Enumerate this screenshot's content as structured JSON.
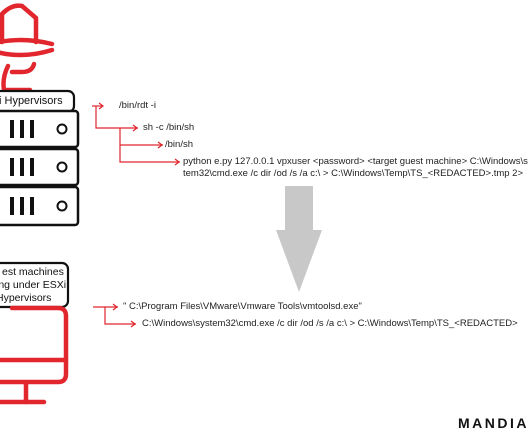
{
  "hypervisor_box": {
    "label": "i Hypervisors"
  },
  "vm_box": {
    "lines": [
      "est machines",
      "ing under ESXi",
      "Hypervisors"
    ]
  },
  "esxi_commands": [
    "/bin/rdt -i",
    "sh -c /bin/sh",
    "/bin/sh",
    "python e.py 127.0.0.1 vpxuser <password> <target guest machine> C:\\Windows\\s",
    "tem32\\cmd.exe /c dir /od /s /a c:\\ > C:\\Windows\\Temp\\TS_<REDACTED>.tmp 2>"
  ],
  "guest_commands": [
    "\" C:\\Program Files\\VMware\\Vmware Tools\\vmtoolsd.exe\"",
    "C:\\Windows\\system32\\cmd.exe /c dir /od /s /a c:\\ > C:\\Windows\\Temp\\TS_<REDACTED>"
  ],
  "logo": "MANDIA",
  "colors": {
    "accent": "#e1262d",
    "arrow": "#c8c8c8",
    "ink": "#111111"
  },
  "icons": [
    "hacker-icon",
    "server-rack-icon",
    "monitor-icon",
    "down-arrow-icon"
  ]
}
